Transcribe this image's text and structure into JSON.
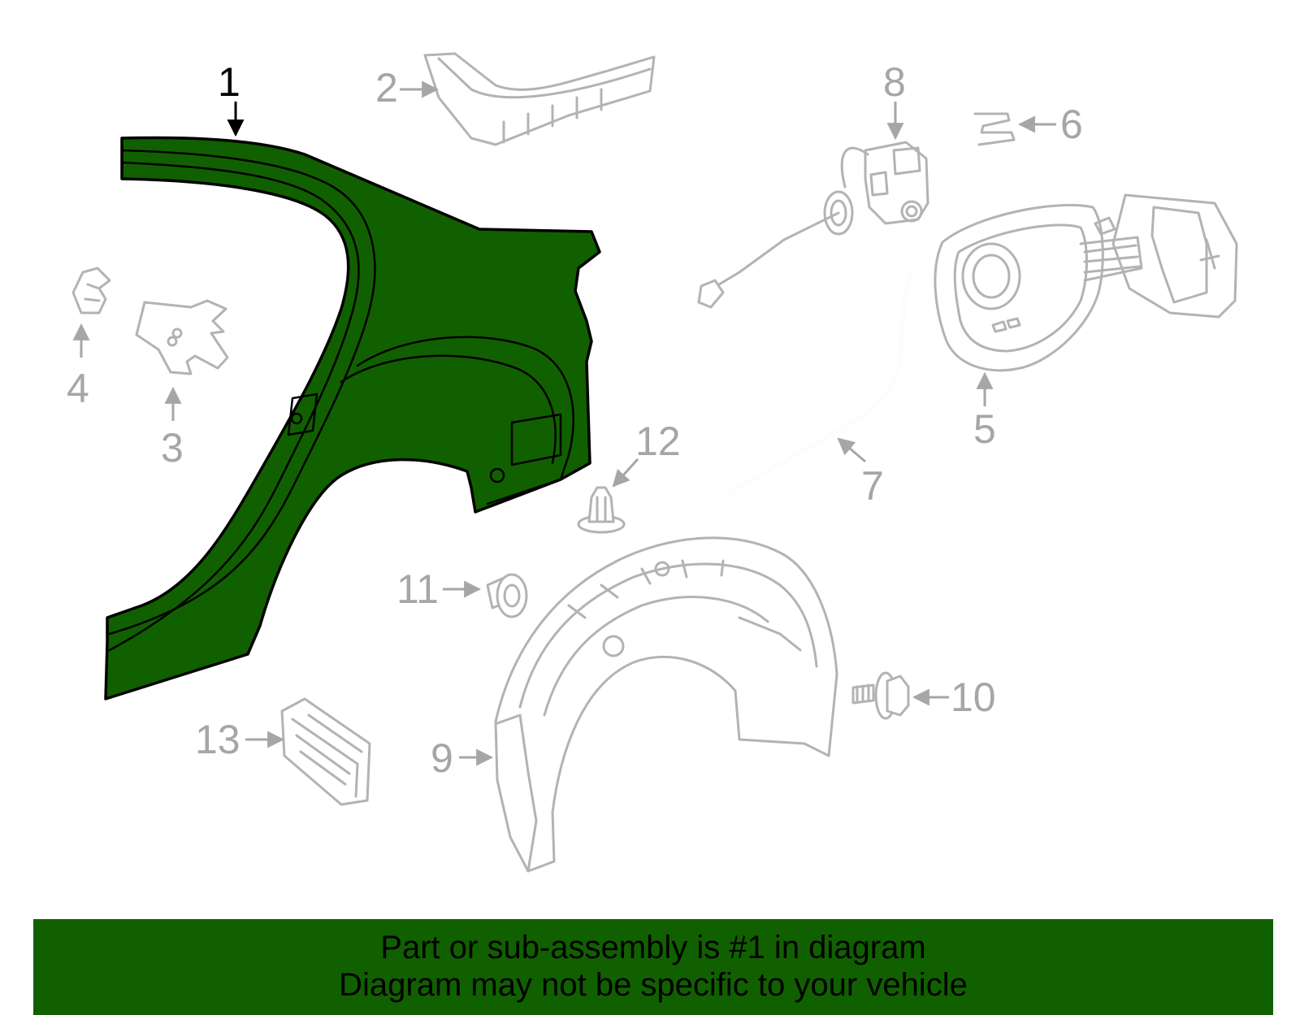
{
  "highlight_color": "#116000",
  "callouts": [
    {
      "id": "1",
      "label": "1",
      "active": true
    },
    {
      "id": "2",
      "label": "2",
      "active": false
    },
    {
      "id": "3",
      "label": "3",
      "active": false
    },
    {
      "id": "4",
      "label": "4",
      "active": false
    },
    {
      "id": "5",
      "label": "5",
      "active": false
    },
    {
      "id": "6",
      "label": "6",
      "active": false
    },
    {
      "id": "7",
      "label": "7",
      "active": false
    },
    {
      "id": "8",
      "label": "8",
      "active": false
    },
    {
      "id": "9",
      "label": "9",
      "active": false
    },
    {
      "id": "10",
      "label": "10",
      "active": false
    },
    {
      "id": "11",
      "label": "11",
      "active": false
    },
    {
      "id": "12",
      "label": "12",
      "active": false
    },
    {
      "id": "13",
      "label": "13",
      "active": false
    }
  ],
  "banner": {
    "line1": "Part or sub-assembly is #1 in diagram",
    "line2": "Diagram may not be specific to your vehicle"
  }
}
